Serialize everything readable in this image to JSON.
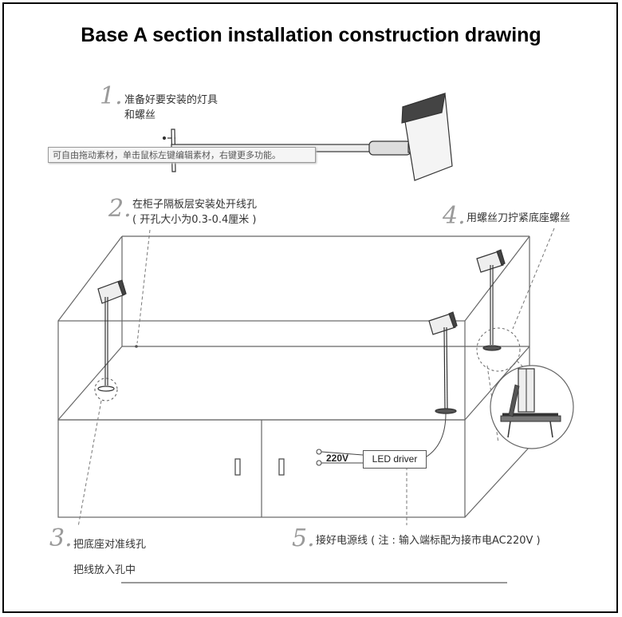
{
  "title": "Base A section installation construction drawing",
  "steps": [
    {
      "num": "1.",
      "lines": [
        "准备好要安装的灯具",
        "和螺丝"
      ]
    },
    {
      "num": "2.",
      "lines": [
        "在柜子隔板层安装处开线孔",
        "( 开孔大小为0.3-0.4厘米 )"
      ]
    },
    {
      "num": "3.",
      "lines": [
        "把底座对准线孔",
        "把线放入孔中"
      ]
    },
    {
      "num": "4.",
      "lines": [
        "用螺丝刀拧紧底座螺丝"
      ]
    },
    {
      "num": "5.",
      "lines": [
        "接好电源线 ( 注 : 输入端标配为接市电AC220V )"
      ]
    }
  ],
  "tooltip": "可自由拖动素材，单击鼠标左键编辑素材，右键更多功能。",
  "voltage_label": "220V",
  "driver_label": "LED driver"
}
